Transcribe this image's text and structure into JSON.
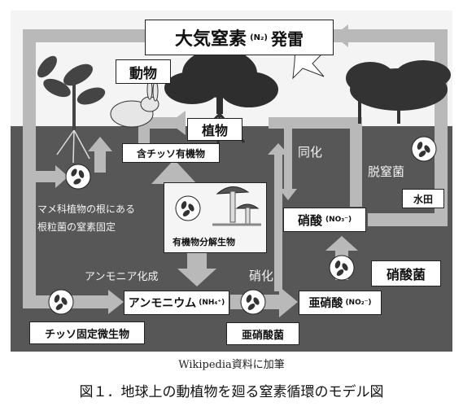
{
  "labels": {
    "atmospheric_nitrogen": "大気窒素",
    "n2_formula": "(N₂)",
    "lightning": "発雷",
    "animals": "動物",
    "plants": "植物",
    "assimilation": "同化",
    "n_organic_matter": "含チッソ有機物",
    "denitrifying_bacteria": "脱窒菌",
    "paddy_field": "水田",
    "legume_fixation_line1": "マメ科植物の根にある",
    "legume_fixation_line2": "根粒菌の窒素固定",
    "decomposers": "有機物分解生物",
    "nitrate": "硝酸",
    "nitrate_formula": "(NO₃⁻)",
    "ammonification": "アンモニア化成",
    "nitrification": "硝化",
    "nitrate_bacteria": "硝酸菌",
    "ammonium": "アンモニウム",
    "ammonium_formula": "(NH₄⁺)",
    "nitrite": "亜硝酸",
    "nitrite_formula": "(NO₂⁻)",
    "nitrogen_fixing_microbes": "チッソ固定微生物",
    "nitrite_bacteria": "亜硝酸菌"
  },
  "source_note": "Wikipedia資料に加筆",
  "caption": "図１．地球上の動植物を廻る窒素循環のモデル図",
  "colors": {
    "sky": "#f4f4f4",
    "soil": "#575757",
    "arrow": "#b9b9b9",
    "box_border": "#222222"
  }
}
